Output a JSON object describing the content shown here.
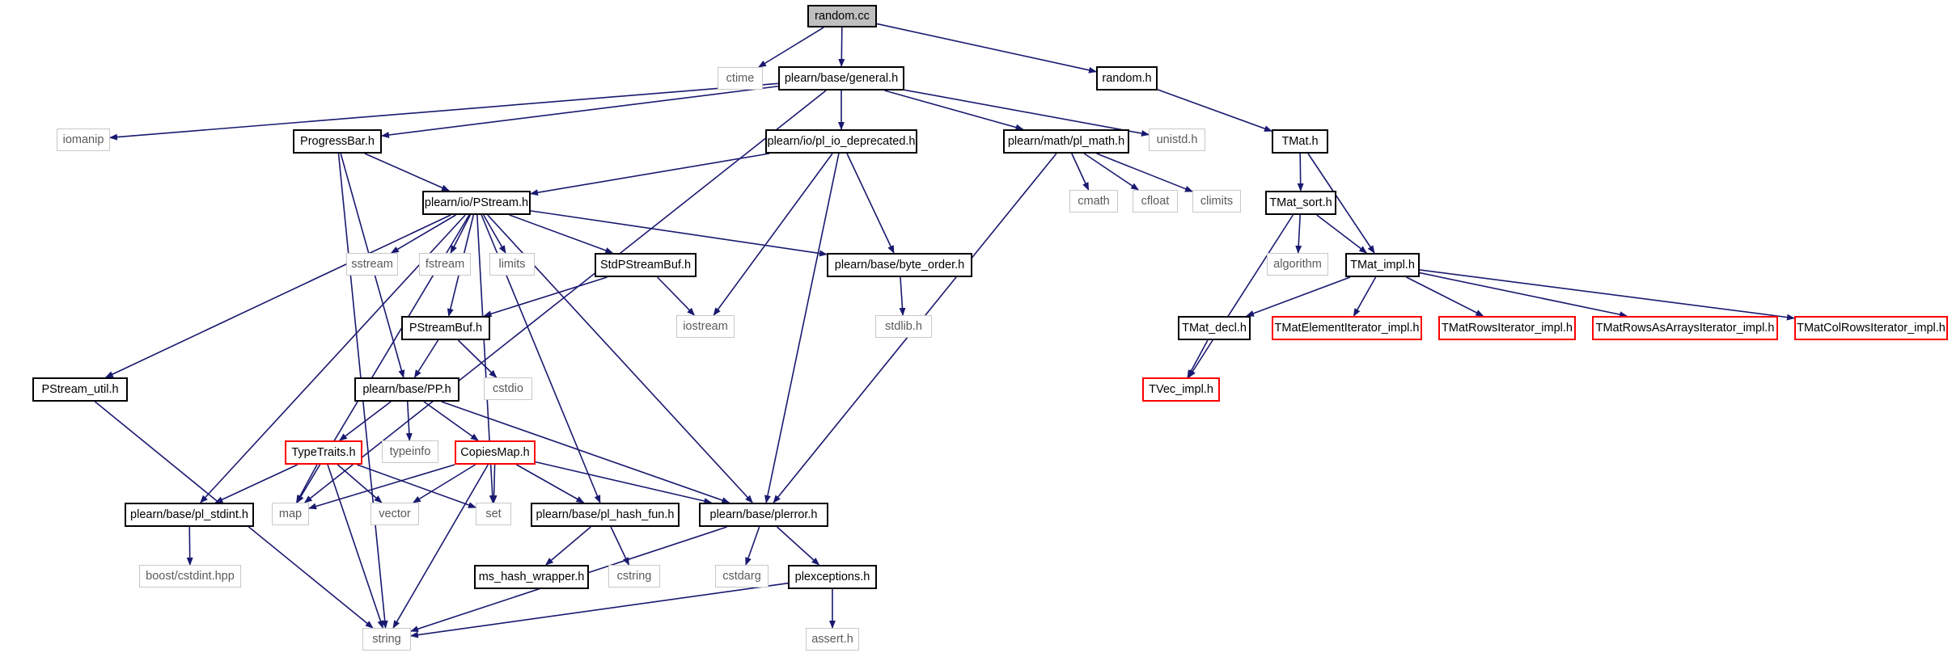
{
  "diagram_title": "",
  "colors": {
    "edge": "#191970",
    "root_fill": "#bfbfbf",
    "missing_border": "#c8c8c8",
    "truncated_border": "#ff0000"
  },
  "nodes": {
    "random_cc": "random.cc",
    "ctime": "ctime",
    "general_h": "plearn/base/general.h",
    "random_h": "random.h",
    "iomanip": "iomanip",
    "progressbar_h": "ProgressBar.h",
    "pl_io_deprecated_h": "plearn/io/pl_io_deprecated.h",
    "pl_math_h": "plearn/math/pl_math.h",
    "unistd_h": "unistd.h",
    "tmat_h": "TMat.h",
    "pstream_h": "plearn/io/PStream.h",
    "cmath": "cmath",
    "cfloat": "cfloat",
    "climits": "climits",
    "tmat_sort_h": "TMat_sort.h",
    "sstream": "sstream",
    "fstream": "fstream",
    "limits": "limits",
    "stdpstreambuf_h": "StdPStreamBuf.h",
    "byte_order_h": "plearn/base/byte_order.h",
    "algorithm": "algorithm",
    "tmat_impl_h": "TMat_impl.h",
    "pstreambuf_h": "PStreamBuf.h",
    "iostream": "iostream",
    "stdlib_h": "stdlib.h",
    "tmat_decl_h": "TMat_decl.h",
    "tmatelementiterator_impl_h": "TMatElementIterator_impl.h",
    "tmatrowsiterator_impl_h": "TMatRowsIterator_impl.h",
    "tmatrowsasarraysiterator_impl_h": "TMatRowsAsArraysIterator_impl.h",
    "tmatcolrowsiterator_impl_h": "TMatColRowsIterator_impl.h",
    "pstream_util_h": "PStream_util.h",
    "pp_h": "plearn/base/PP.h",
    "cstdio": "cstdio",
    "tvec_impl_h": "TVec_impl.h",
    "typetraits_h": "TypeTraits.h",
    "typeinfo": "typeinfo",
    "copiesmap_h": "CopiesMap.h",
    "pl_stdint_h": "plearn/base/pl_stdint.h",
    "map": "map",
    "vector": "vector",
    "set": "set",
    "pl_hash_fun_h": "plearn/base/pl_hash_fun.h",
    "plerror_h": "plearn/base/plerror.h",
    "boost_cstdint_hpp": "boost/cstdint.hpp",
    "ms_hash_wrapper_h": "ms_hash_wrapper.h",
    "cstring": "cstring",
    "cstdarg": "cstdarg",
    "plexceptions_h": "plexceptions.h",
    "string": "string",
    "assert_h": "assert.h"
  },
  "edges": [
    [
      "random_cc",
      "ctime"
    ],
    [
      "random_cc",
      "general_h"
    ],
    [
      "random_cc",
      "random_h"
    ],
    [
      "general_h",
      "iomanip"
    ],
    [
      "general_h",
      "progressbar_h"
    ],
    [
      "general_h",
      "pl_io_deprecated_h"
    ],
    [
      "general_h",
      "pl_math_h"
    ],
    [
      "general_h",
      "unistd_h"
    ],
    [
      "general_h",
      "map"
    ],
    [
      "random_h",
      "tmat_h"
    ],
    [
      "progressbar_h",
      "pstream_h"
    ],
    [
      "progressbar_h",
      "pp_h"
    ],
    [
      "progressbar_h",
      "string"
    ],
    [
      "pl_io_deprecated_h",
      "pstream_h"
    ],
    [
      "pl_io_deprecated_h",
      "iostream"
    ],
    [
      "pl_io_deprecated_h",
      "byte_order_h"
    ],
    [
      "pl_io_deprecated_h",
      "plerror_h"
    ],
    [
      "pl_math_h",
      "cmath"
    ],
    [
      "pl_math_h",
      "cfloat"
    ],
    [
      "pl_math_h",
      "climits"
    ],
    [
      "pl_math_h",
      "plerror_h"
    ],
    [
      "tmat_h",
      "tmat_sort_h"
    ],
    [
      "tmat_h",
      "tmat_impl_h"
    ],
    [
      "pstream_h",
      "pstream_util_h"
    ],
    [
      "pstream_h",
      "pl_stdint_h"
    ],
    [
      "pstream_h",
      "map"
    ],
    [
      "pstream_h",
      "pstreambuf_h"
    ],
    [
      "pstream_h",
      "sstream"
    ],
    [
      "pstream_h",
      "fstream"
    ],
    [
      "pstream_h",
      "limits"
    ],
    [
      "pstream_h",
      "stdpstreambuf_h"
    ],
    [
      "pstream_h",
      "byte_order_h"
    ],
    [
      "pstream_h",
      "set"
    ],
    [
      "pstream_h",
      "pl_hash_fun_h"
    ],
    [
      "pstream_h",
      "plerror_h"
    ],
    [
      "tmat_sort_h",
      "algorithm"
    ],
    [
      "tmat_sort_h",
      "tmat_impl_h"
    ],
    [
      "tmat_sort_h",
      "tvec_impl_h"
    ],
    [
      "stdpstreambuf_h",
      "pstreambuf_h"
    ],
    [
      "stdpstreambuf_h",
      "iostream"
    ],
    [
      "byte_order_h",
      "stdlib_h"
    ],
    [
      "tmat_impl_h",
      "tmat_decl_h"
    ],
    [
      "tmat_impl_h",
      "tmatelementiterator_impl_h"
    ],
    [
      "tmat_impl_h",
      "tmatrowsiterator_impl_h"
    ],
    [
      "tmat_impl_h",
      "tmatrowsasarraysiterator_impl_h"
    ],
    [
      "tmat_impl_h",
      "tmatcolrowsiterator_impl_h"
    ],
    [
      "tmat_decl_h",
      "tvec_impl_h"
    ],
    [
      "pstreambuf_h",
      "pp_h"
    ],
    [
      "pstreambuf_h",
      "cstdio"
    ],
    [
      "pstream_util_h",
      "string"
    ],
    [
      "pp_h",
      "typetraits_h"
    ],
    [
      "pp_h",
      "typeinfo"
    ],
    [
      "pp_h",
      "copiesmap_h"
    ],
    [
      "pp_h",
      "plerror_h"
    ],
    [
      "typetraits_h",
      "pl_stdint_h"
    ],
    [
      "typetraits_h",
      "map"
    ],
    [
      "typetraits_h",
      "vector"
    ],
    [
      "typetraits_h",
      "set"
    ],
    [
      "typetraits_h",
      "string"
    ],
    [
      "copiesmap_h",
      "map"
    ],
    [
      "copiesmap_h",
      "vector"
    ],
    [
      "copiesmap_h",
      "set"
    ],
    [
      "copiesmap_h",
      "pl_hash_fun_h"
    ],
    [
      "copiesmap_h",
      "plerror_h"
    ],
    [
      "copiesmap_h",
      "string"
    ],
    [
      "pl_stdint_h",
      "boost_cstdint_hpp"
    ],
    [
      "pl_hash_fun_h",
      "ms_hash_wrapper_h"
    ],
    [
      "pl_hash_fun_h",
      "cstring"
    ],
    [
      "plerror_h",
      "cstdarg"
    ],
    [
      "plerror_h",
      "plexceptions_h"
    ],
    [
      "plerror_h",
      "string"
    ],
    [
      "plexceptions_h",
      "string"
    ],
    [
      "plexceptions_h",
      "assert_h"
    ]
  ]
}
